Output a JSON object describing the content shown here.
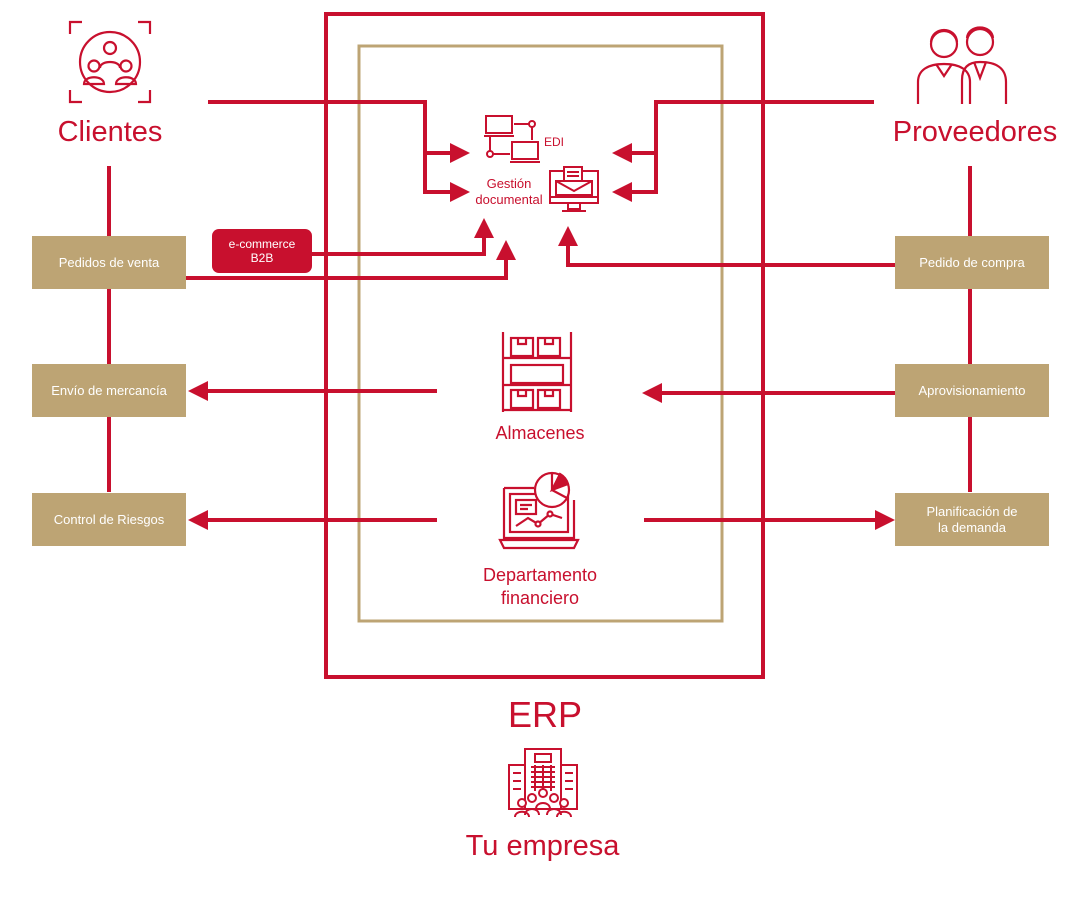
{
  "colors": {
    "accent": "#c8102e",
    "gold": "#bda474",
    "background": "#ffffff"
  },
  "icons": {
    "clients": "clients-target-icon",
    "suppliers": "suppliers-people-icon",
    "edi": "computers-network-icon",
    "docs": "monitor-document-icon",
    "warehouse": "warehouse-shelves-icon",
    "finance": "laptop-chart-icon",
    "company": "office-building-people-icon"
  },
  "clients": {
    "label": "Clientes"
  },
  "suppliers": {
    "label": "Proveedores"
  },
  "center": {
    "edi_label": "EDI",
    "docs_line1": "Gestión",
    "docs_line2": "documental",
    "warehouse_label": "Almacenes",
    "finance_line1": "Departamento",
    "finance_line2": "financiero"
  },
  "left_boxes": {
    "sales_orders": "Pedidos de venta",
    "shipping": "Envío de mercancía",
    "risk": "Control de Riesgos"
  },
  "ecommerce": {
    "line1": "e-commerce",
    "line2": "B2B"
  },
  "right_boxes": {
    "purchase_order": "Pedido de compra",
    "supply": "Aprovisionamiento",
    "demand_line1": "Planificación de",
    "demand_line2": "la demanda"
  },
  "erp": {
    "label": "ERP"
  },
  "company": {
    "label": "Tu empresa"
  }
}
